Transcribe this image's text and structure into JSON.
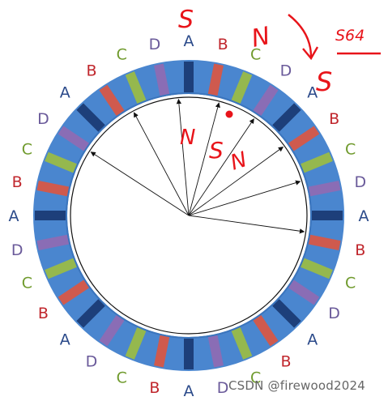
{
  "colors": {
    "background": "#ffffff",
    "ring": "#4a86cf",
    "ring_dark": "#3b75bd",
    "phase_A": "#1d3f7a",
    "phase_B": "#cf5a4e",
    "phase_C": "#95b84e",
    "phase_D": "#8a6db5",
    "label_A": "#2b4a8a",
    "label_B": "#c0262c",
    "label_C": "#6f9a2c",
    "label_D": "#6a5a9a",
    "ink": "#111111",
    "annotation": "#e8141a"
  },
  "diagram": {
    "slot_sequence": [
      "A",
      "B",
      "C",
      "D",
      "A",
      "B",
      "C",
      "D",
      "A",
      "B",
      "C",
      "D",
      "A",
      "B",
      "C",
      "D",
      "A",
      "B",
      "C",
      "D",
      "A",
      "B",
      "C",
      "D",
      "A",
      "B",
      "C",
      "D",
      "A",
      "B",
      "C",
      "D"
    ],
    "arrow_count": 8
  },
  "annotations": {
    "top_s": "S",
    "top_n": "N",
    "top_s2": "S",
    "top_right": "S64",
    "inner_n": "N",
    "inner_s": "S",
    "inner_n2": "N"
  },
  "watermark": "CSDN @firewood2024"
}
